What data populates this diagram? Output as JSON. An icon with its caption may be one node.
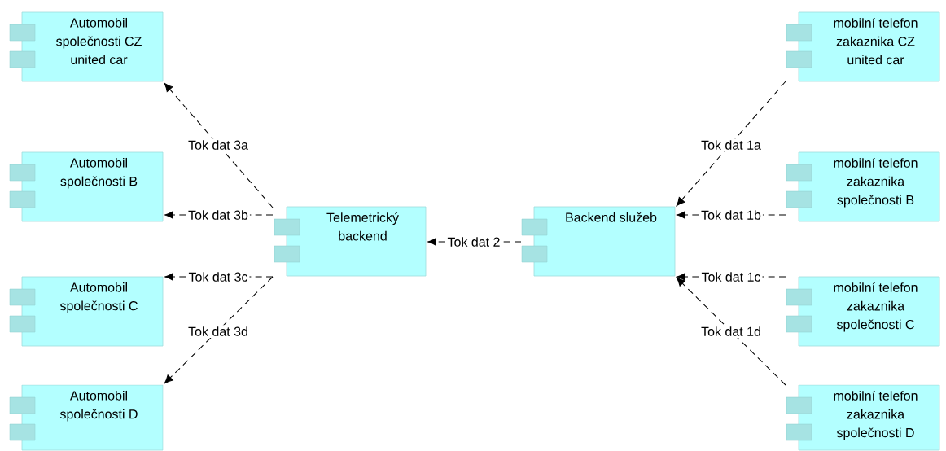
{
  "diagram": {
    "nodes": [
      {
        "text": [
          "Automobil společnosti CZ united car"
        ]
      },
      {
        "text": [
          "Automobil společnosti B"
        ]
      },
      {
        "text": [
          "Automobil společnosti C"
        ]
      },
      {
        "text": [
          "Automobil společnosti D"
        ]
      },
      {
        "text": [
          "Telemetrický backend"
        ]
      },
      {
        "text": [
          "Backend služeb"
        ]
      },
      {
        "text": [
          "mobilní telefon zakaznika CZ united car"
        ]
      },
      {
        "text": [
          "mobilní telefon zakaznika společnosti B"
        ]
      },
      {
        "text": [
          "mobilní telefon zakaznika společnosti C"
        ]
      },
      {
        "text": [
          "mobilní telefon zakaznika společnosti D"
        ]
      }
    ],
    "edges": [
      {
        "from": 4,
        "to": 0,
        "arrow": "to",
        "label": "Tok dat 3a",
        "style": "dashed"
      },
      {
        "from": 4,
        "to": 1,
        "arrow": "to",
        "label": "Tok dat 3b",
        "style": "dashed"
      },
      {
        "from": 4,
        "to": 2,
        "arrow": "to",
        "label": "Tok dat 3c",
        "style": "dashed"
      },
      {
        "from": 4,
        "to": 3,
        "arrow": "to",
        "label": "Tok dat 3d",
        "style": "dashed"
      },
      {
        "from": 5,
        "to": 4,
        "arrow": "to",
        "label": "Tok dat 2",
        "style": "dashed"
      },
      {
        "from": 6,
        "to": 5,
        "arrow": "to",
        "label": "Tok dat 1a",
        "style": "dashed"
      },
      {
        "from": 7,
        "to": 5,
        "arrow": "to",
        "label": "Tok dat 1b",
        "style": "dashed"
      },
      {
        "from": 8,
        "to": 5,
        "arrow": "to",
        "label": "Tok dat 1c",
        "style": "dashed"
      },
      {
        "from": 9,
        "to": 5,
        "arrow": "to",
        "label": "Tok dat 1d",
        "style": "dashed"
      }
    ]
  }
}
